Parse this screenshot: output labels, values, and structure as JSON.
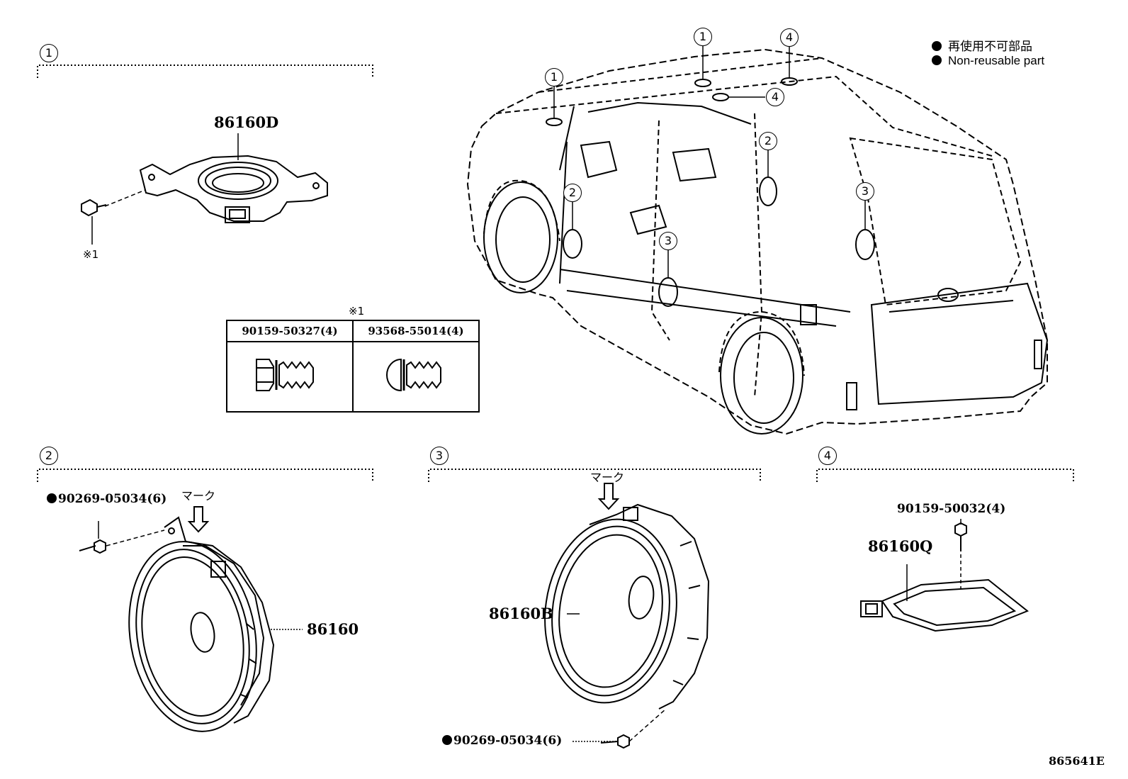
{
  "callouts": {
    "c1": "1",
    "c2": "2",
    "c3": "3",
    "c4": "4"
  },
  "legend": {
    "jp": "再使用不可部品",
    "en": "Non-reusable part"
  },
  "section1": {
    "part": "86160D",
    "note": "※1"
  },
  "fastener_table": {
    "note": "※1",
    "col1": "90159-50327(4)",
    "col2": "93568-55014(4)"
  },
  "section2": {
    "bolt": "90269-05034(6)",
    "mark": "マーク",
    "part": "86160"
  },
  "section3": {
    "mark": "マーク",
    "part": "86160B",
    "bolt": "90269-05034(6)"
  },
  "section4": {
    "bolt": "90159-50032(4)",
    "part": "86160Q"
  },
  "diagram_id": "865641E",
  "colors": {
    "ink": "#000000",
    "background": "#ffffff"
  }
}
